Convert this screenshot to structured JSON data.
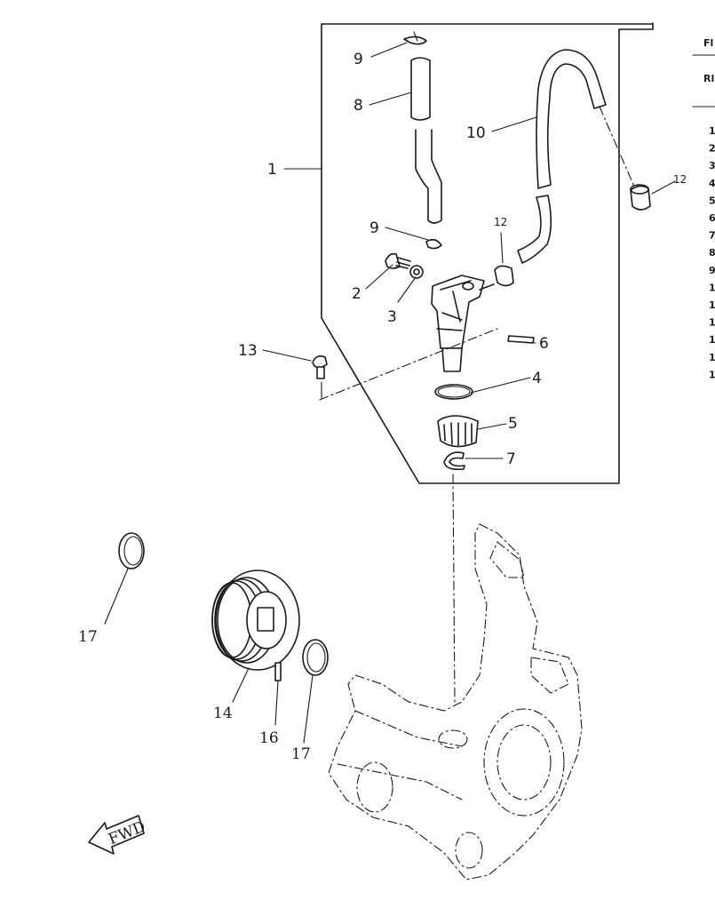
{
  "callouts": {
    "c1": "1",
    "c2": "2",
    "c3": "3",
    "c4": "4",
    "c5": "5",
    "c6": "6",
    "c7": "7",
    "c8": "8",
    "c9a": "9",
    "c9b": "9",
    "c10": "10",
    "c12a": "12",
    "c12b": "12",
    "c13": "13",
    "c14": "14",
    "c16": "16",
    "c17a": "17",
    "c17b": "17"
  },
  "fwd_label": "FWD",
  "table_fragment": {
    "header1": "Fl",
    "header2": "Rl",
    "rows": [
      "1",
      "2",
      "3",
      "4",
      "5",
      "6",
      "7",
      "8",
      "9",
      "1",
      "1",
      "1",
      "1",
      "1",
      "1"
    ]
  }
}
